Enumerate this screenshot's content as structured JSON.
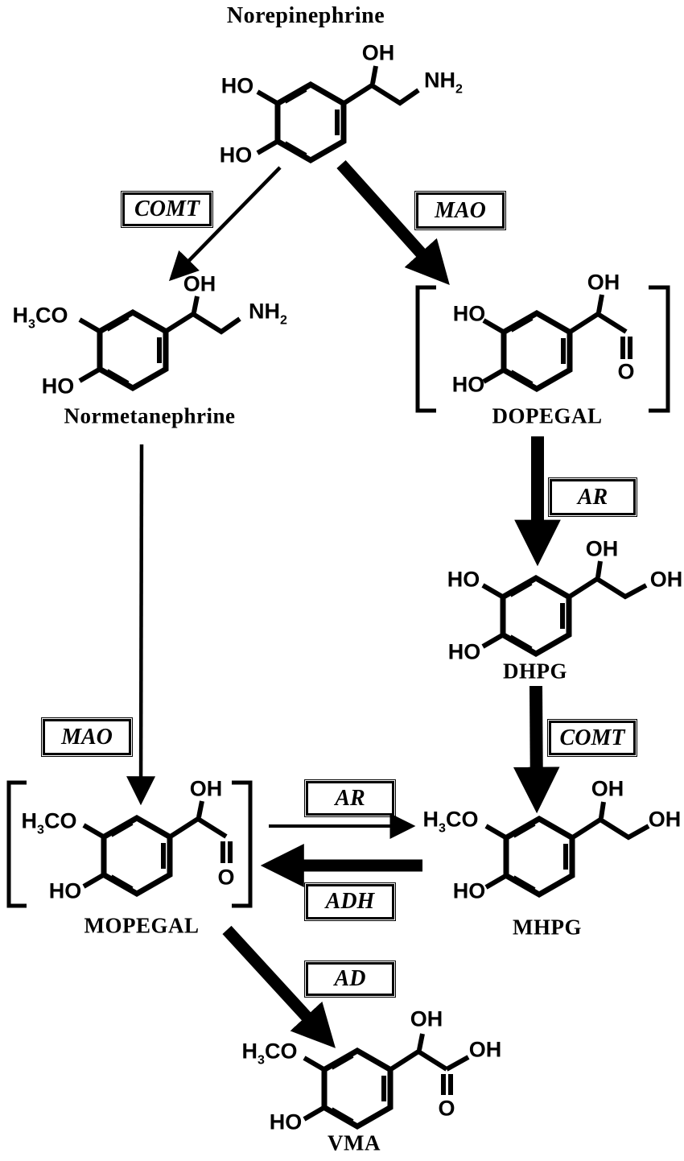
{
  "compounds": {
    "norepinephrine": "Norepinephrine",
    "normetanephrine": "Normetanephrine",
    "dopegal": "DOPEGAL",
    "dhpg": "DHPG",
    "mhpg": "MHPG",
    "mopegal": "MOPEGAL",
    "vma": "VMA"
  },
  "enzymes": {
    "comt": "COMT",
    "mao": "MAO",
    "ar": "AR",
    "adh": "ADH",
    "ad": "AD"
  },
  "atoms": {
    "ho": "HO",
    "oh": "OH",
    "nh": "NH",
    "sub2": "2",
    "h": "H",
    "sub3": "3",
    "co": "CO",
    "o": "O"
  },
  "bracketed_intermediates": [
    "DOPEGAL",
    "MOPEGAL"
  ],
  "reactions": [
    {
      "substrate": "Norepinephrine",
      "product": "Normetanephrine",
      "enzyme": "COMT",
      "arrow_weight": "thin"
    },
    {
      "substrate": "Norepinephrine",
      "product": "DOPEGAL",
      "enzyme": "MAO",
      "arrow_weight": "thick"
    },
    {
      "substrate": "DOPEGAL",
      "product": "DHPG",
      "enzyme": "AR",
      "arrow_weight": "thick"
    },
    {
      "substrate": "DHPG",
      "product": "MHPG",
      "enzyme": "COMT",
      "arrow_weight": "thick"
    },
    {
      "substrate": "Normetanephrine",
      "product": "MOPEGAL",
      "enzyme": "MAO",
      "arrow_weight": "thin"
    },
    {
      "substrate": "MOPEGAL",
      "product": "MHPG",
      "enzyme": "AR",
      "arrow_weight": "thin"
    },
    {
      "substrate": "MHPG",
      "product": "MOPEGAL",
      "enzyme": "ADH",
      "arrow_weight": "thick"
    },
    {
      "substrate": "MOPEGAL",
      "product": "VMA",
      "enzyme": "AD",
      "arrow_weight": "thick"
    }
  ],
  "colors": {
    "ink": "#000000",
    "background": "#ffffff"
  }
}
